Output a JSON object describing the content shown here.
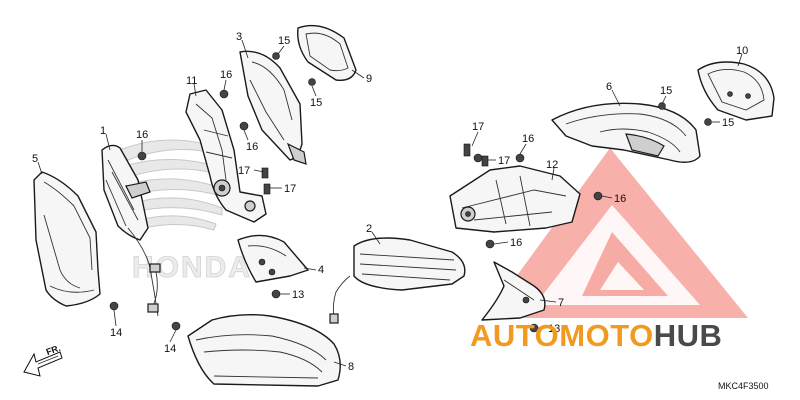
{
  "diagram": {
    "type": "exploded-parts-diagram",
    "diagram_code": "MKC4F3500",
    "direction_label": "FR.",
    "watermark": {
      "brand_left": "AUTO",
      "brand_middle": "MOTO",
      "brand_right": "HUB"
    },
    "background_marks": [
      "HONDA"
    ],
    "callouts": [
      {
        "id": "c1",
        "label": "1"
      },
      {
        "id": "c2",
        "label": "2"
      },
      {
        "id": "c3",
        "label": "3"
      },
      {
        "id": "c4",
        "label": "4"
      },
      {
        "id": "c5",
        "label": "5"
      },
      {
        "id": "c6",
        "label": "6"
      },
      {
        "id": "c7",
        "label": "7"
      },
      {
        "id": "c8",
        "label": "8"
      },
      {
        "id": "c9",
        "label": "9"
      },
      {
        "id": "c10",
        "label": "10"
      },
      {
        "id": "c11",
        "label": "11"
      },
      {
        "id": "c12",
        "label": "12"
      },
      {
        "id": "c13a",
        "label": "13"
      },
      {
        "id": "c13b",
        "label": "13"
      },
      {
        "id": "c14a",
        "label": "14"
      },
      {
        "id": "c14b",
        "label": "14"
      },
      {
        "id": "c15a",
        "label": "15"
      },
      {
        "id": "c15b",
        "label": "15"
      },
      {
        "id": "c15c",
        "label": "15"
      },
      {
        "id": "c15d",
        "label": "15"
      },
      {
        "id": "c16a",
        "label": "16"
      },
      {
        "id": "c16b",
        "label": "16"
      },
      {
        "id": "c16c",
        "label": "16"
      },
      {
        "id": "c16d",
        "label": "16"
      },
      {
        "id": "c16e",
        "label": "16"
      },
      {
        "id": "c16f",
        "label": "16"
      },
      {
        "id": "c17a",
        "label": "17"
      },
      {
        "id": "c17b",
        "label": "17"
      },
      {
        "id": "c17c",
        "label": "17"
      },
      {
        "id": "c17d",
        "label": "17"
      }
    ]
  }
}
